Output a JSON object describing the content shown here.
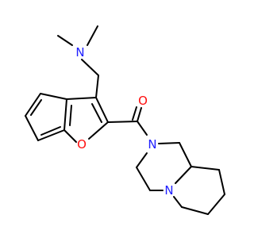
{
  "molecule": {
    "atoms": {
      "n_dimethylamine": {
        "symbol": "N",
        "color": "#2020ff"
      },
      "o_carbonyl": {
        "symbol": "O",
        "color": "#ff0d0d"
      },
      "o_furan": {
        "symbol": "O",
        "color": "#ff0d0d"
      },
      "n_amide": {
        "symbol": "N",
        "color": "#2020ff"
      },
      "n_bridgehead": {
        "symbol": "N",
        "color": "#2020ff"
      }
    },
    "bond_color": "#000000",
    "background": "#ffffff"
  }
}
